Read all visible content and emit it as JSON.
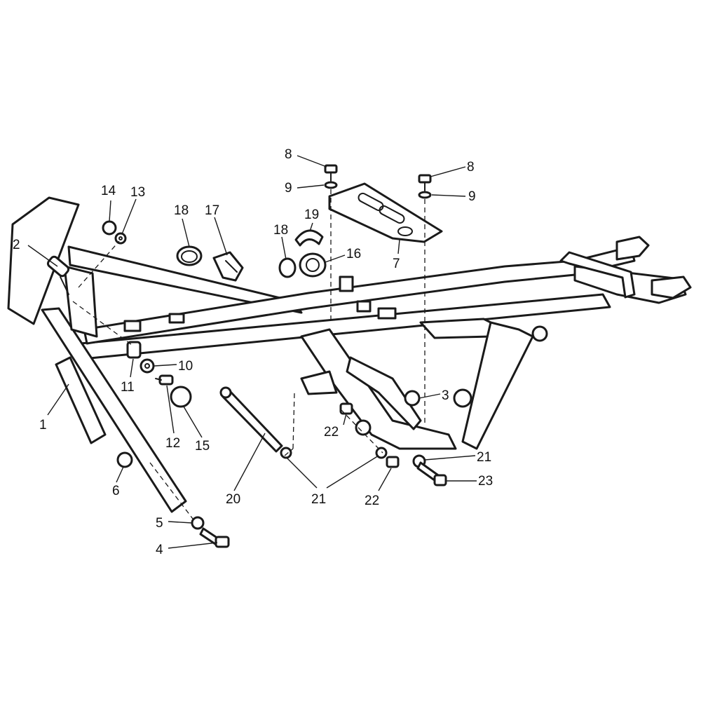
{
  "callouts": [
    {
      "id": "c1",
      "text": "1"
    },
    {
      "id": "c2",
      "text": "2"
    },
    {
      "id": "c3",
      "text": "3"
    },
    {
      "id": "c4",
      "text": "4"
    },
    {
      "id": "c5",
      "text": "5"
    },
    {
      "id": "c6",
      "text": "6"
    },
    {
      "id": "c7",
      "text": "7"
    },
    {
      "id": "c8a",
      "text": "8"
    },
    {
      "id": "c8b",
      "text": "8"
    },
    {
      "id": "c9a",
      "text": "9"
    },
    {
      "id": "c9b",
      "text": "9"
    },
    {
      "id": "c10",
      "text": "10"
    },
    {
      "id": "c11",
      "text": "11"
    },
    {
      "id": "c12",
      "text": "12"
    },
    {
      "id": "c13",
      "text": "13"
    },
    {
      "id": "c14",
      "text": "14"
    },
    {
      "id": "c15",
      "text": "15"
    },
    {
      "id": "c16",
      "text": "16"
    },
    {
      "id": "c17",
      "text": "17"
    },
    {
      "id": "c18a",
      "text": "18"
    },
    {
      "id": "c18b",
      "text": "18"
    },
    {
      "id": "c19",
      "text": "19"
    },
    {
      "id": "c20",
      "text": "20"
    },
    {
      "id": "c21a",
      "text": "21"
    },
    {
      "id": "c21b",
      "text": "21"
    },
    {
      "id": "c22a",
      "text": "22"
    },
    {
      "id": "c22b",
      "text": "22"
    },
    {
      "id": "c23",
      "text": "23"
    }
  ]
}
